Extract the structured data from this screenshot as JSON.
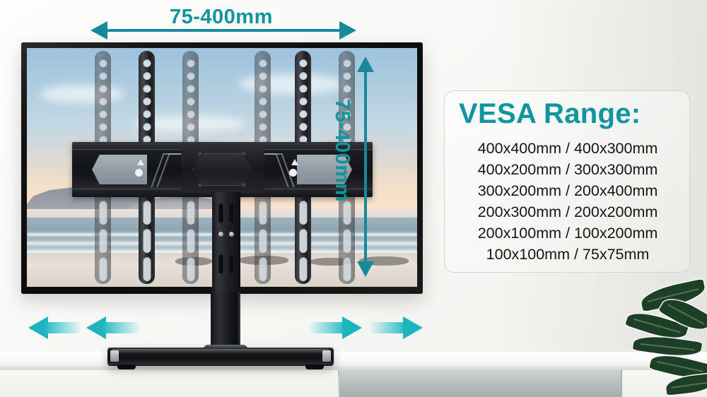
{
  "scene": {
    "title": "TV stand VESA compatibility diagram"
  },
  "annotations": {
    "top_dimension": "75-400mm",
    "side_dimension": "75-400mm",
    "swivel_arrows": [
      {
        "name": "swivel-left-outer",
        "direction": "left"
      },
      {
        "name": "swivel-left-inner",
        "direction": "left"
      },
      {
        "name": "swivel-right-inner",
        "direction": "right"
      },
      {
        "name": "swivel-right-outer",
        "direction": "right"
      }
    ]
  },
  "vesa_panel": {
    "title": "VESA Range:",
    "rows": [
      "400x400mm / 400x300mm",
      "400x200mm / 300x300mm",
      "300x200mm / 200x400mm",
      "200x300mm / 200x200mm",
      "200x100mm / 100x200mm",
      "100x100mm / 75x75mm"
    ]
  },
  "colors": {
    "teal_text": "#0f95a0",
    "teal_arrow": "#17899a",
    "swivel_arrow": "#1cb4bd",
    "body_text": "#161616",
    "panel_border": "#cdcdc8"
  },
  "screen_content": {
    "description": "beach scene with sky, mountain, ocean and sand"
  }
}
